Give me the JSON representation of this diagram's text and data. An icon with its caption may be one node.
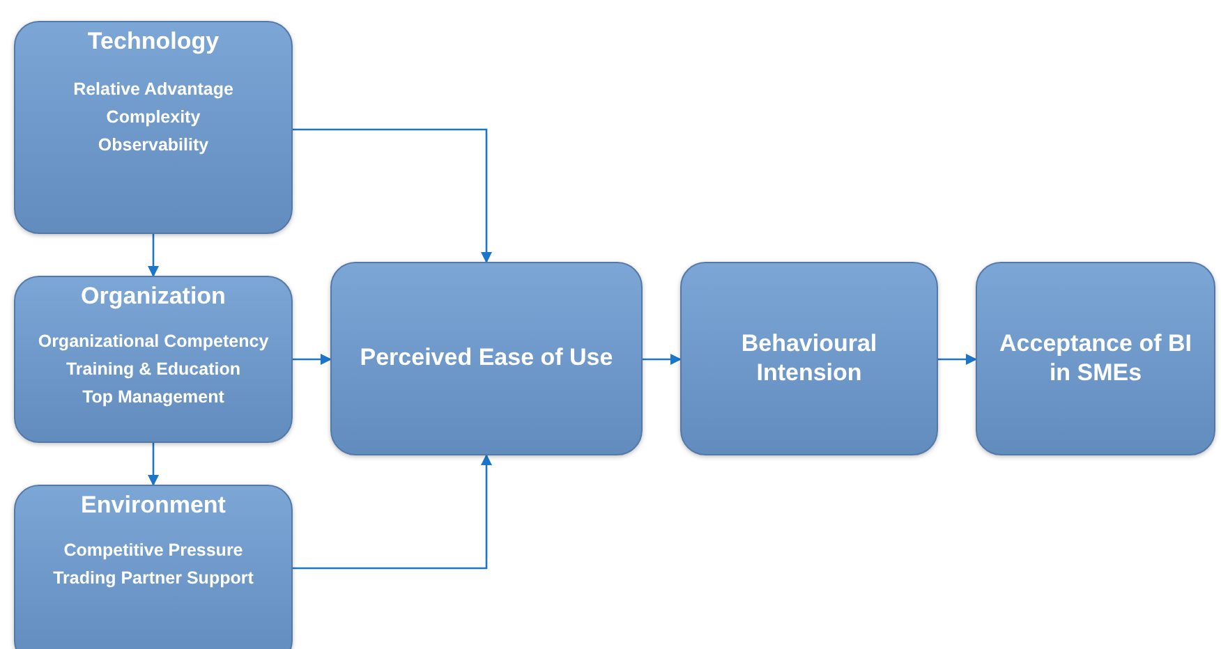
{
  "diagram": {
    "nodes": [
      {
        "text": [
          "Technology",
          "Relative Advantage",
          "Complexity",
          "Observability"
        ]
      },
      {
        "text": [
          "Organization",
          "Organizational Competency",
          "Training & Education",
          "Top Management"
        ]
      },
      {
        "text": [
          "Environment",
          "Competitive Pressure",
          "Trading Partner Support"
        ]
      },
      {
        "text": [
          "Perceived Ease of Use"
        ]
      },
      {
        "text": [
          "Behavioural Intension"
        ]
      },
      {
        "text": [
          "Acceptance of BI in SMEs"
        ]
      }
    ],
    "edges": [
      {
        "from": 0,
        "to": 1,
        "arrow": "to"
      },
      {
        "from": 1,
        "to": 2,
        "arrow": "to"
      },
      {
        "from": 0,
        "to": 3,
        "arrow": "to"
      },
      {
        "from": 1,
        "to": 3,
        "arrow": "to"
      },
      {
        "from": 2,
        "to": 3,
        "arrow": "to"
      },
      {
        "from": 3,
        "to": 4,
        "arrow": "to"
      },
      {
        "from": 4,
        "to": 5,
        "arrow": "to"
      }
    ]
  }
}
